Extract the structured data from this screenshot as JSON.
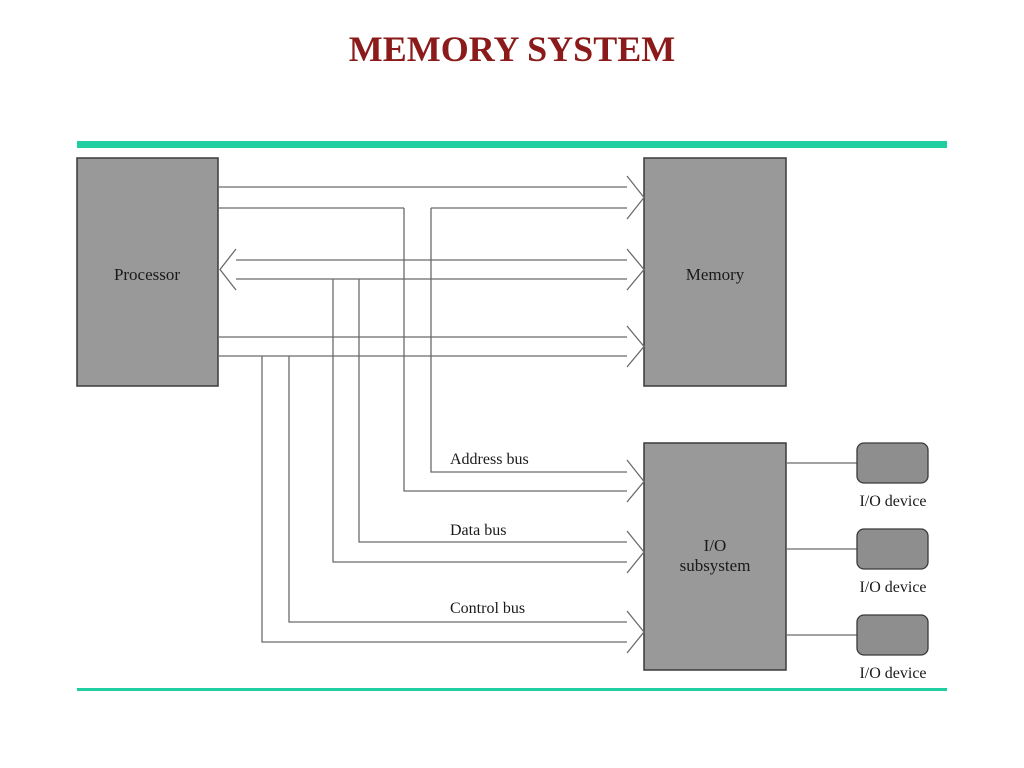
{
  "slide": {
    "title": "MEMORY SYSTEM"
  },
  "diagram": {
    "processor_label": "Processor",
    "memory_label": "Memory",
    "io_subsystem_label_line1": "I/O",
    "io_subsystem_label_line2": "subsystem",
    "address_bus_label": "Address bus",
    "data_bus_label": "Data bus",
    "control_bus_label": "Control bus",
    "io_devices": [
      {
        "label": "I/O device"
      },
      {
        "label": "I/O device"
      },
      {
        "label": "I/O device"
      }
    ]
  },
  "colors": {
    "title": "#8b1a1a",
    "accent_rule": "#1fcf9f",
    "block_fill": "#999999",
    "device_fill": "#8e8e8e",
    "wire": "#6b6b6b"
  }
}
